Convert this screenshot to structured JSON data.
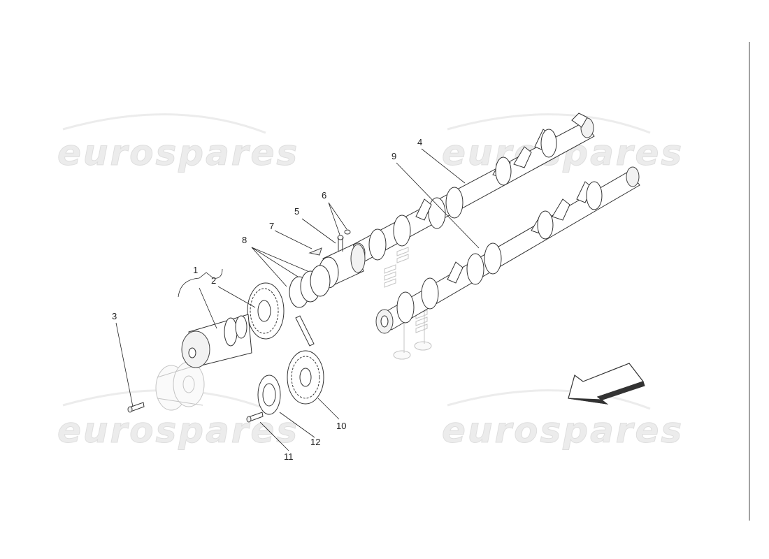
{
  "watermark": {
    "text": "eurospares",
    "icon": "eurospares-logo"
  },
  "callouts": [
    {
      "id": "1",
      "label": "1"
    },
    {
      "id": "2",
      "label": "2"
    },
    {
      "id": "3",
      "label": "3"
    },
    {
      "id": "4",
      "label": "4"
    },
    {
      "id": "5",
      "label": "5"
    },
    {
      "id": "6",
      "label": "6"
    },
    {
      "id": "7",
      "label": "7"
    },
    {
      "id": "8",
      "label": "8"
    },
    {
      "id": "9",
      "label": "9"
    },
    {
      "id": "10",
      "label": "10"
    },
    {
      "id": "11",
      "label": "11"
    },
    {
      "id": "12",
      "label": "12"
    }
  ],
  "direction_arrow": {
    "icon": "direction-arrow-icon",
    "color": "#333333"
  },
  "colors": {
    "line": "#333333",
    "watermark": "#ececec",
    "ghost": "#c4c4c4"
  }
}
